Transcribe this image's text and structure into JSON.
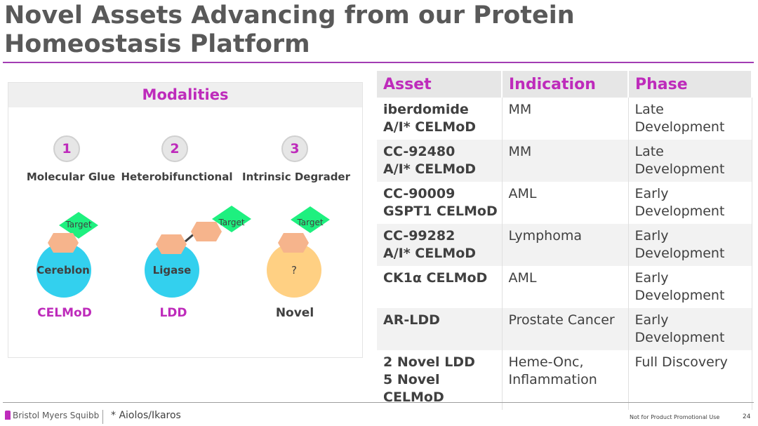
{
  "slide": {
    "title": "Novel Assets Advancing from our Protein Homeostasis Platform"
  },
  "panel": {
    "heading": "Modalities",
    "items": [
      {
        "number": "1",
        "label": "Molecular Glue",
        "circle_label": "Cereblon",
        "target_label": "Target",
        "caption": "CELMoD",
        "caption_color": "#be2bbb",
        "circle_color": "#33d0ee"
      },
      {
        "number": "2",
        "label": "Heterobifunctional",
        "circle_label": "Ligase",
        "target_label": "Target",
        "caption": "LDD",
        "caption_color": "#be2bbb",
        "circle_color": "#33d0ee"
      },
      {
        "number": "3",
        "label": "Intrinsic Degrader",
        "circle_label": "?",
        "target_label": "Target",
        "caption": "Novel",
        "caption_color": "#404040",
        "circle_color": "#ffd083"
      }
    ]
  },
  "table": {
    "headers": [
      "Asset",
      "Indication",
      "Phase"
    ],
    "rows": [
      {
        "asset": [
          "iberdomide",
          "A/I* CELMoD"
        ],
        "indication": [
          "MM"
        ],
        "phase": [
          "Late",
          "Development"
        ]
      },
      {
        "asset": [
          "CC-92480",
          "A/I* CELMoD"
        ],
        "indication": [
          "MM"
        ],
        "phase": [
          "Late",
          "Development"
        ]
      },
      {
        "asset": [
          "CC-90009",
          "GSPT1 CELMoD"
        ],
        "indication": [
          "AML"
        ],
        "phase": [
          "Early",
          "Development"
        ]
      },
      {
        "asset": [
          "CC-99282",
          "A/I* CELMoD"
        ],
        "indication": [
          "Lymphoma"
        ],
        "phase": [
          "Early",
          "Development"
        ]
      },
      {
        "asset": [
          "CK1α CELMoD"
        ],
        "indication": [
          "AML"
        ],
        "phase": [
          "Early",
          "Development"
        ]
      },
      {
        "asset": [
          "AR-LDD"
        ],
        "indication": [
          "Prostate Cancer"
        ],
        "phase": [
          "Early",
          "Development"
        ]
      },
      {
        "asset": [
          "2 Novel LDD",
          "5 Novel CELMoD"
        ],
        "indication": [
          "Heme-Onc,",
          "Inflammation"
        ],
        "phase": [
          "Full Discovery"
        ]
      }
    ]
  },
  "footer": {
    "logo": "Bristol Myers Squibb",
    "footnote": "* Aiolos/Ikaros",
    "disclaimer": "Not for Product Promotional Use",
    "page_number": "24"
  },
  "colors": {
    "accent": "#be2bbb",
    "title": "#595959",
    "diamond": "#1ef07f",
    "hexagon": "#f6b48c"
  }
}
